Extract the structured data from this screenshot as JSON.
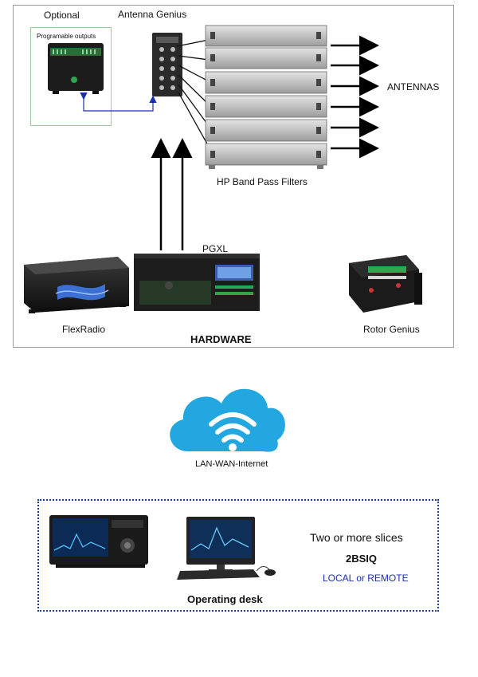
{
  "hardware": {
    "optional_label": "Optional",
    "antenna_genius_label": "Antenna Genius",
    "programmable_outputs_label": "Programable outputs",
    "antennas_label": "ANTENNAS",
    "filters_label": "HP Band Pass Filters",
    "pgxl_label": "PGXL",
    "flexradio_label": "FlexRadio",
    "rotor_genius_label": "Rotor Genius",
    "section_title": "HARDWARE"
  },
  "network": {
    "cloud_label": "LAN-WAN-Internet",
    "cloud_color": "#22a7e0"
  },
  "desk": {
    "slices_label": "Two or more slices",
    "mode_label": "2BSIQ",
    "location_label": "LOCAL or REMOTE",
    "title": "Operating desk"
  },
  "colors": {
    "link_blue": "#1a2fb0",
    "device_dark": "#1c1c1c",
    "filter_gray": "#c9c9c9"
  }
}
